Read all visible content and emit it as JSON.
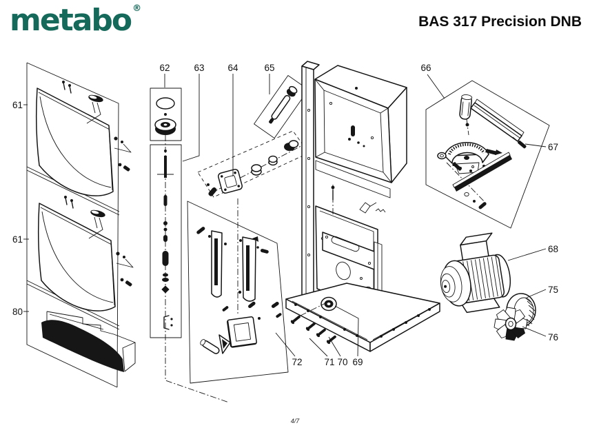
{
  "header": {
    "brand_logo": "metabo",
    "registered_mark": "®",
    "model_title": "BAS 317 Precision DNB"
  },
  "footer": {
    "page_indicator": "4/7"
  },
  "colors": {
    "brand_green": "#15695A",
    "diagram_line": "#141414"
  },
  "diagram": {
    "callouts": [
      {
        "id": "61a",
        "part_number": "61"
      },
      {
        "id": "61b",
        "part_number": "61"
      },
      {
        "id": "80",
        "part_number": "80"
      },
      {
        "id": "62",
        "part_number": "62"
      },
      {
        "id": "63",
        "part_number": "63"
      },
      {
        "id": "64",
        "part_number": "64"
      },
      {
        "id": "65",
        "part_number": "65"
      },
      {
        "id": "66",
        "part_number": "66"
      },
      {
        "id": "67",
        "part_number": "67"
      },
      {
        "id": "68",
        "part_number": "68"
      },
      {
        "id": "75",
        "part_number": "75"
      },
      {
        "id": "76",
        "part_number": "76"
      },
      {
        "id": "72",
        "part_number": "72"
      },
      {
        "id": "71",
        "part_number": "71"
      },
      {
        "id": "70",
        "part_number": "70"
      },
      {
        "id": "69",
        "part_number": "69"
      }
    ]
  }
}
